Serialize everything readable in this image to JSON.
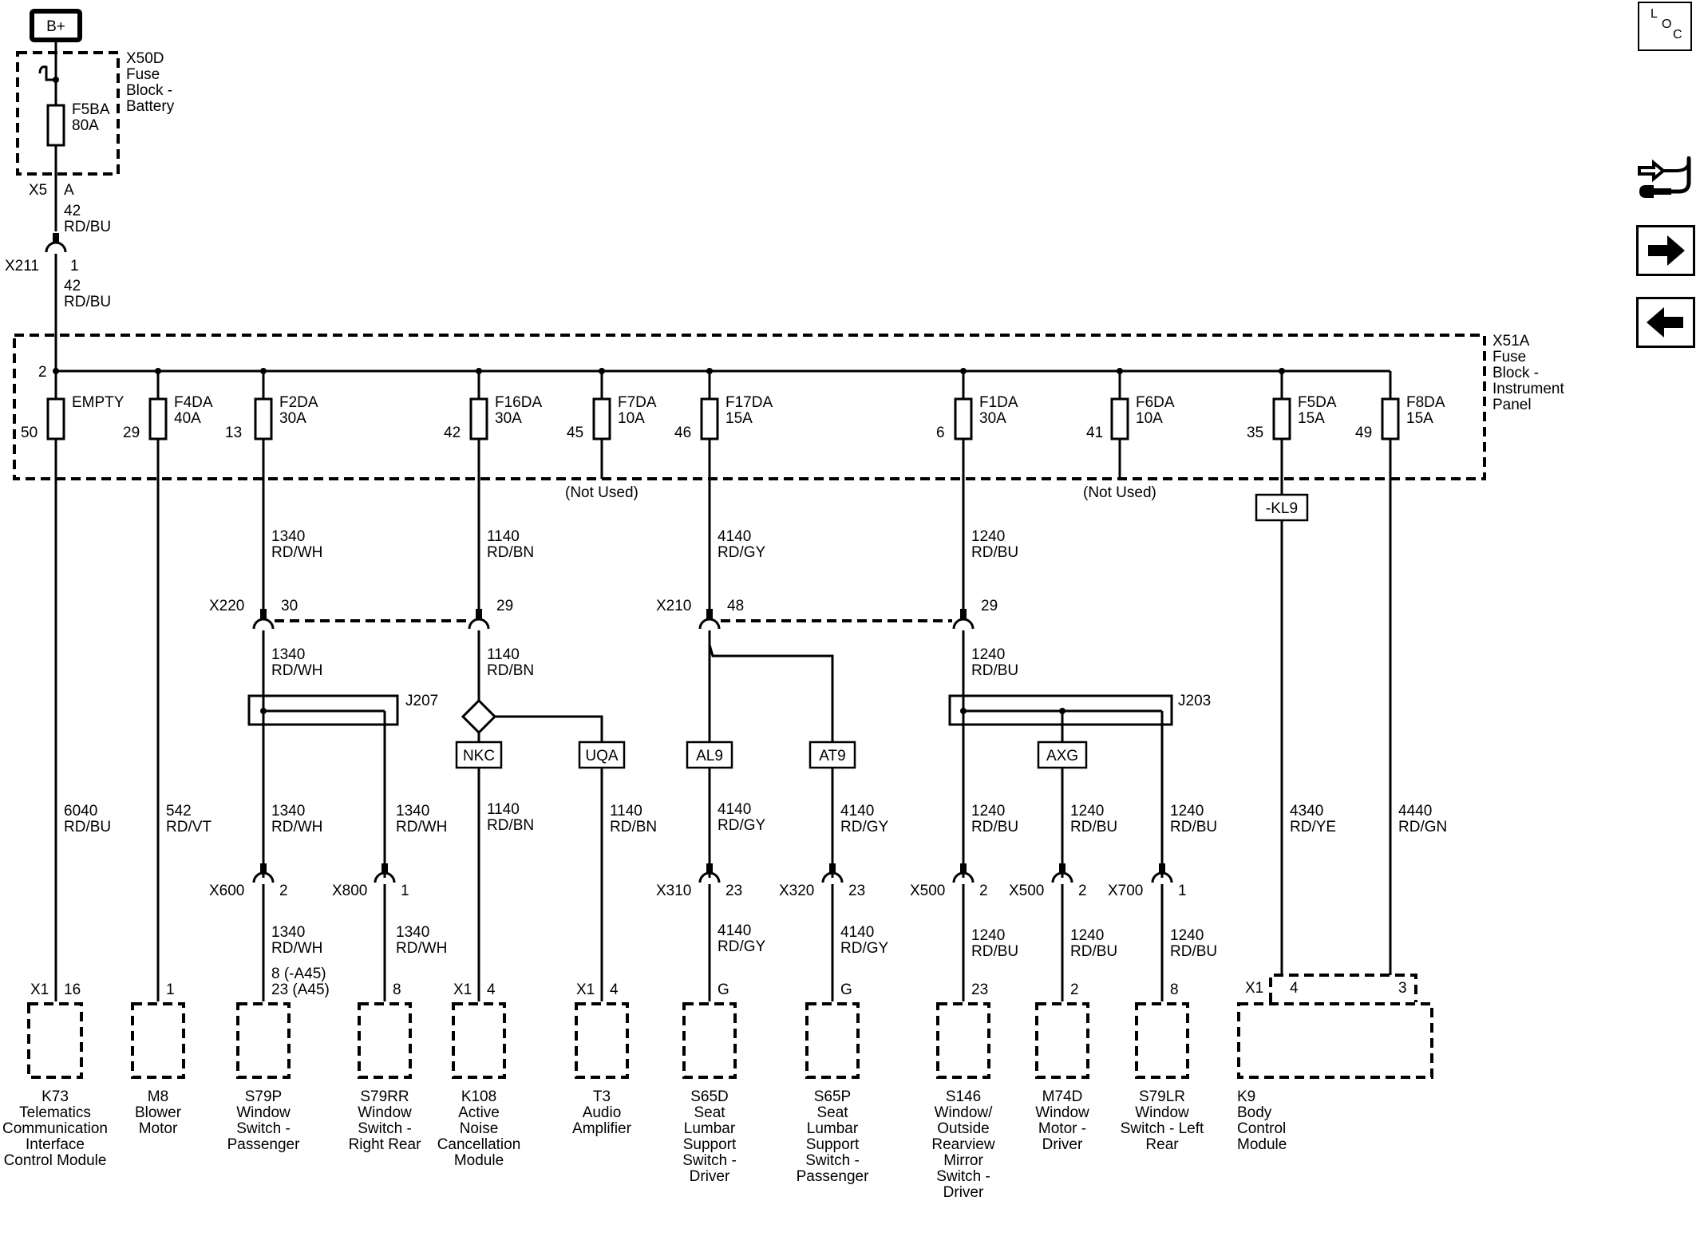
{
  "battery": {
    "label": "B+"
  },
  "fuse_block_battery": {
    "name": "X50D",
    "desc": [
      "Fuse",
      "Block -",
      "Battery"
    ],
    "fuse": {
      "id": "F5BA",
      "rating": "80A"
    },
    "conn": "X5",
    "pin": "A"
  },
  "x211": {
    "name": "X211",
    "pin": "1"
  },
  "wires_top": [
    {
      "circuit": "42",
      "color": "RD/BU"
    },
    {
      "circuit": "42",
      "color": "RD/BU"
    }
  ],
  "fuse_block_ip": {
    "name": "X51A",
    "desc": [
      "Fuse",
      "Block -",
      "Instrument",
      "Panel"
    ],
    "input_pin": "2",
    "fuses": [
      {
        "id": "EMPTY",
        "rating": "",
        "pin": "50"
      },
      {
        "id": "F4DA",
        "rating": "40A",
        "pin": "29"
      },
      {
        "id": "F2DA",
        "rating": "30A",
        "pin": "13"
      },
      {
        "id": "F16DA",
        "rating": "30A",
        "pin": "42"
      },
      {
        "id": "F7DA",
        "rating": "10A",
        "pin": "45",
        "note": "(Not Used)"
      },
      {
        "id": "F17DA",
        "rating": "15A",
        "pin": "46"
      },
      {
        "id": "F1DA",
        "rating": "30A",
        "pin": "6"
      },
      {
        "id": "F6DA",
        "rating": "10A",
        "pin": "41",
        "note": "(Not Used)"
      },
      {
        "id": "F5DA",
        "rating": "15A",
        "pin": "35"
      },
      {
        "id": "F8DA",
        "rating": "15A",
        "pin": "49"
      }
    ]
  },
  "option_codes": [
    "-KL9",
    "NKC",
    "UQA",
    "AL9",
    "AT9",
    "AXG"
  ],
  "inline_connectors": [
    {
      "name": "X220",
      "pin": "30"
    },
    {
      "name": "",
      "pin": "29"
    },
    {
      "name": "X210",
      "pin": "48"
    },
    {
      "name": "",
      "pin": "29"
    },
    {
      "name": "X600",
      "pin": "2"
    },
    {
      "name": "X800",
      "pin": "1"
    },
    {
      "name": "X310",
      "pin": "23"
    },
    {
      "name": "X320",
      "pin": "23"
    },
    {
      "name": "X500",
      "pin": "2"
    },
    {
      "name": "X500",
      "pin": "2"
    },
    {
      "name": "X700",
      "pin": "1"
    }
  ],
  "splices": [
    {
      "name": "J207"
    },
    {
      "name": "J203"
    }
  ],
  "wires": [
    {
      "circuit": "1340",
      "color": "RD/WH"
    },
    {
      "circuit": "1140",
      "color": "RD/BN"
    },
    {
      "circuit": "4140",
      "color": "RD/GY"
    },
    {
      "circuit": "1240",
      "color": "RD/BU"
    },
    {
      "circuit": "1340",
      "color": "RD/WH"
    },
    {
      "circuit": "1140",
      "color": "RD/BN"
    },
    {
      "circuit": "1240",
      "color": "RD/BU"
    },
    {
      "circuit": "6040",
      "color": "RD/BU"
    },
    {
      "circuit": "542",
      "color": "RD/VT"
    },
    {
      "circuit": "1340",
      "color": "RD/WH"
    },
    {
      "circuit": "1340",
      "color": "RD/WH"
    },
    {
      "circuit": "1140",
      "color": "RD/BN"
    },
    {
      "circuit": "1140",
      "color": "RD/BN"
    },
    {
      "circuit": "4140",
      "color": "RD/GY"
    },
    {
      "circuit": "4140",
      "color": "RD/GY"
    },
    {
      "circuit": "1240",
      "color": "RD/BU"
    },
    {
      "circuit": "1240",
      "color": "RD/BU"
    },
    {
      "circuit": "1240",
      "color": "RD/BU"
    },
    {
      "circuit": "4340",
      "color": "RD/YE"
    },
    {
      "circuit": "4440",
      "color": "RD/GN"
    },
    {
      "circuit": "1340",
      "color": "RD/WH"
    },
    {
      "circuit": "1340",
      "color": "RD/WH"
    },
    {
      "circuit": "4140",
      "color": "RD/GY"
    },
    {
      "circuit": "4140",
      "color": "RD/GY"
    },
    {
      "circuit": "1240",
      "color": "RD/BU"
    },
    {
      "circuit": "1240",
      "color": "RD/BU"
    },
    {
      "circuit": "1240",
      "color": "RD/BU"
    }
  ],
  "pin_labels": {
    "s79p_a": "8 (-A45)",
    "s79p_b": "23 (A45)"
  },
  "components": [
    {
      "conn": "X1",
      "pin": "16",
      "name": [
        "K73",
        "Telematics",
        "Communication",
        "Interface",
        "Control Module"
      ]
    },
    {
      "conn": "",
      "pin": "1",
      "name": [
        "M8",
        "Blower",
        "Motor"
      ]
    },
    {
      "conn": "",
      "pin": "",
      "name": [
        "S79P",
        "Window",
        "Switch -",
        "Passenger"
      ]
    },
    {
      "conn": "",
      "pin": "8",
      "name": [
        "S79RR",
        "Window",
        "Switch -",
        "Right Rear"
      ]
    },
    {
      "conn": "X1",
      "pin": "4",
      "name": [
        "K108",
        "Active",
        "Noise",
        "Cancellation",
        "Module"
      ]
    },
    {
      "conn": "X1",
      "pin": "4",
      "name": [
        "T3",
        "Audio",
        "Amplifier"
      ]
    },
    {
      "conn": "",
      "pin": "G",
      "name": [
        "S65D",
        "Seat",
        "Lumbar",
        "Support",
        "Switch -",
        "Driver"
      ]
    },
    {
      "conn": "",
      "pin": "G",
      "name": [
        "S65P",
        "Seat",
        "Lumbar",
        "Support",
        "Switch -",
        "Passenger"
      ]
    },
    {
      "conn": "",
      "pin": "23",
      "name": [
        "S146",
        "Window/",
        "Outside",
        "Rearview",
        "Mirror",
        "Switch -",
        "Driver"
      ]
    },
    {
      "conn": "",
      "pin": "2",
      "name": [
        "M74D",
        "Window",
        "Motor -",
        "Driver"
      ]
    },
    {
      "conn": "",
      "pin": "8",
      "name": [
        "S79LR",
        "Window",
        "Switch - Left",
        "Rear"
      ]
    },
    {
      "conn": "X1",
      "pin": "4",
      "pin2": "3",
      "name": [
        "K9",
        "Body",
        "Control",
        "Module"
      ]
    }
  ],
  "side_buttons": [
    {
      "label": [
        "L",
        "O",
        "C"
      ],
      "icon": "loc-icon"
    },
    {
      "icon": "connector-tool-icon"
    },
    {
      "icon": "arrow-right-icon"
    },
    {
      "icon": "arrow-left-icon"
    }
  ]
}
